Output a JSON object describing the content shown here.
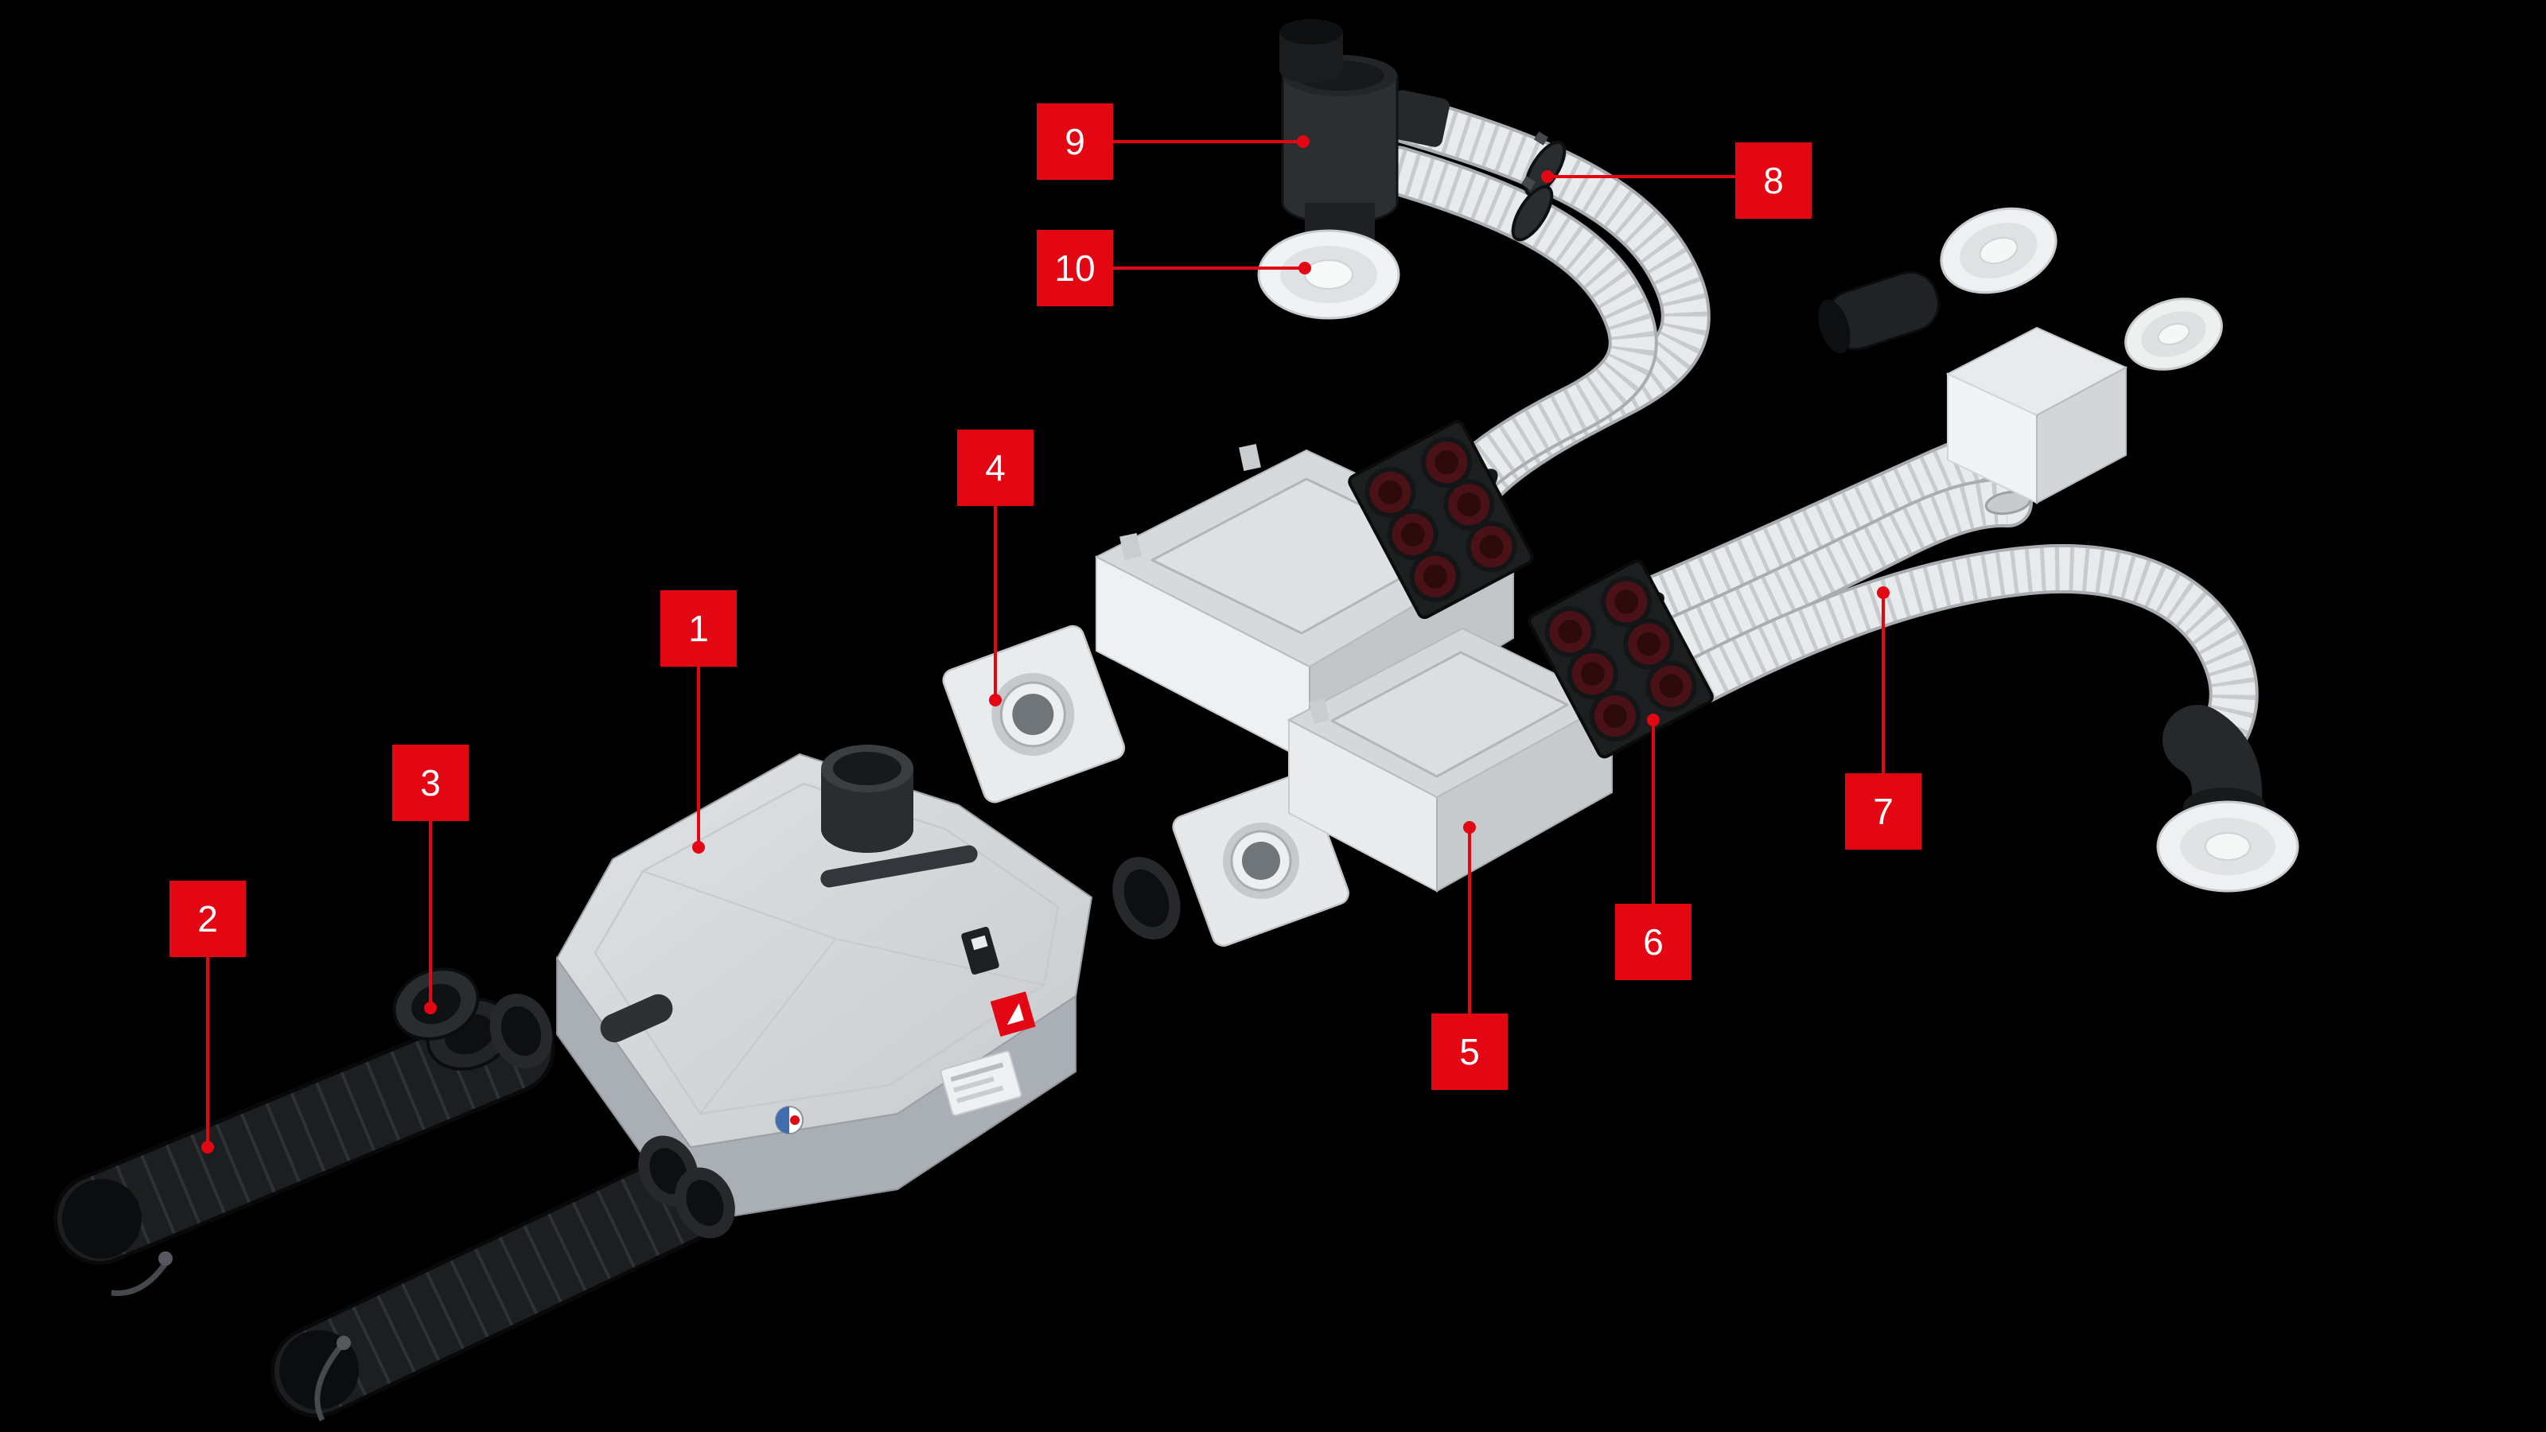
{
  "colors": {
    "background": "#000000",
    "accent_red": "#e30613",
    "label_text": "#ffffff"
  },
  "callouts": [
    {
      "label": "1"
    },
    {
      "label": "2"
    },
    {
      "label": "3"
    },
    {
      "label": "4"
    },
    {
      "label": "5"
    },
    {
      "label": "6"
    },
    {
      "label": "7"
    },
    {
      "label": "8"
    },
    {
      "label": "9"
    },
    {
      "label": "10"
    }
  ]
}
